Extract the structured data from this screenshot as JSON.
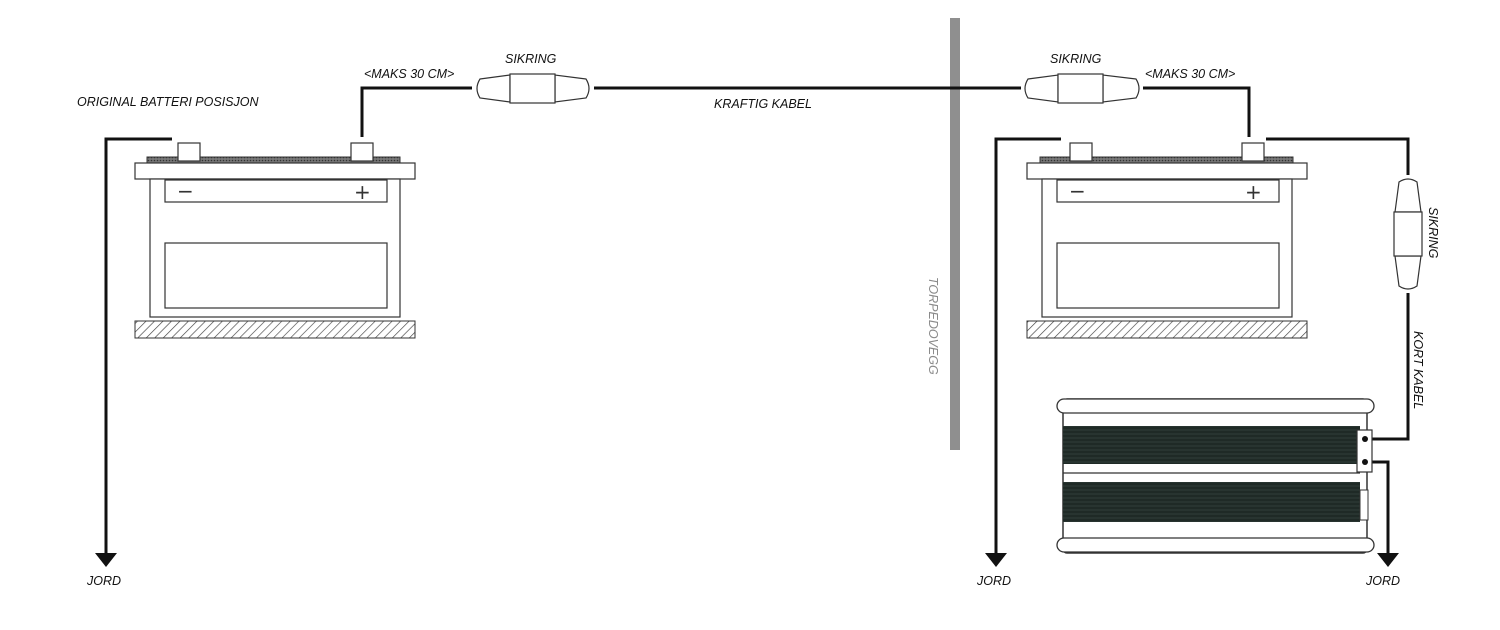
{
  "labels": {
    "original_position": "ORIGINAL BATTERI POSISJON",
    "max_length_left": "<MAKS 30 CM>",
    "max_length_right": "<MAKS 30 CM>",
    "fuse_left": "SIKRING",
    "fuse_right": "SIKRING",
    "fuse_vertical": "SIKRING",
    "heavy_cable": "KRAFTIG KABEL",
    "firewall": "TORPEDOVEGG",
    "short_cable": "KORT KABEL",
    "ground_1": "JORD",
    "ground_2": "JORD",
    "ground_3": "JORD"
  },
  "battery_left": {
    "minus": "−",
    "plus": "+"
  },
  "battery_right": {
    "minus": "−",
    "plus": "+"
  },
  "colors": {
    "wire": "#111111",
    "firewall": "#8f8f8f",
    "amp_fins": "#1f2a26"
  }
}
